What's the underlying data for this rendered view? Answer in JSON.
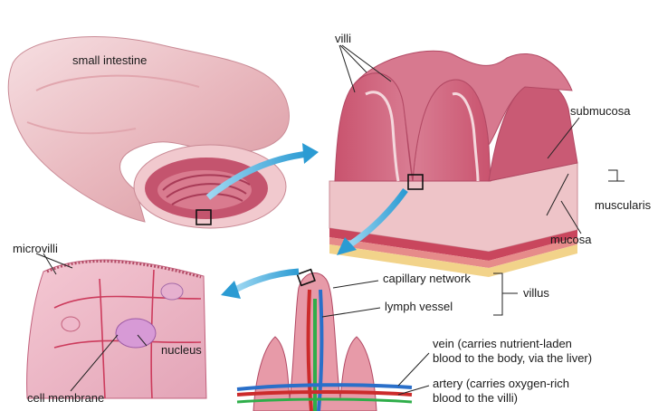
{
  "labels": {
    "small_intestine": "small intestine",
    "villi": "villi",
    "submucosa": "submucosa",
    "muscularis": "muscularis",
    "mucosa": "mucosa",
    "microvilli": "microvilli",
    "nucleus": "nucleus",
    "cell_membrane": "cell membrane",
    "capillary_network": "capillary network",
    "lymph_vessel": "lymph vessel",
    "villus": "villus",
    "vein_line1": "vein (carries nutrient-laden",
    "vein_line2": "blood to the body, via the liver)",
    "artery_line1": "artery (carries oxygen-rich",
    "artery_line2": "blood to the villi)"
  },
  "colors": {
    "tissue_pink": "#e8a6b0",
    "tissue_dark": "#c45c74",
    "mucosa_rose": "#d9788f",
    "arrow_blue": "#3ba7d9",
    "vein_blue": "#2a6fc9",
    "artery_red": "#cc2b2b",
    "lymph_green": "#2fae4a",
    "fat_yellow": "#f2d38a"
  }
}
